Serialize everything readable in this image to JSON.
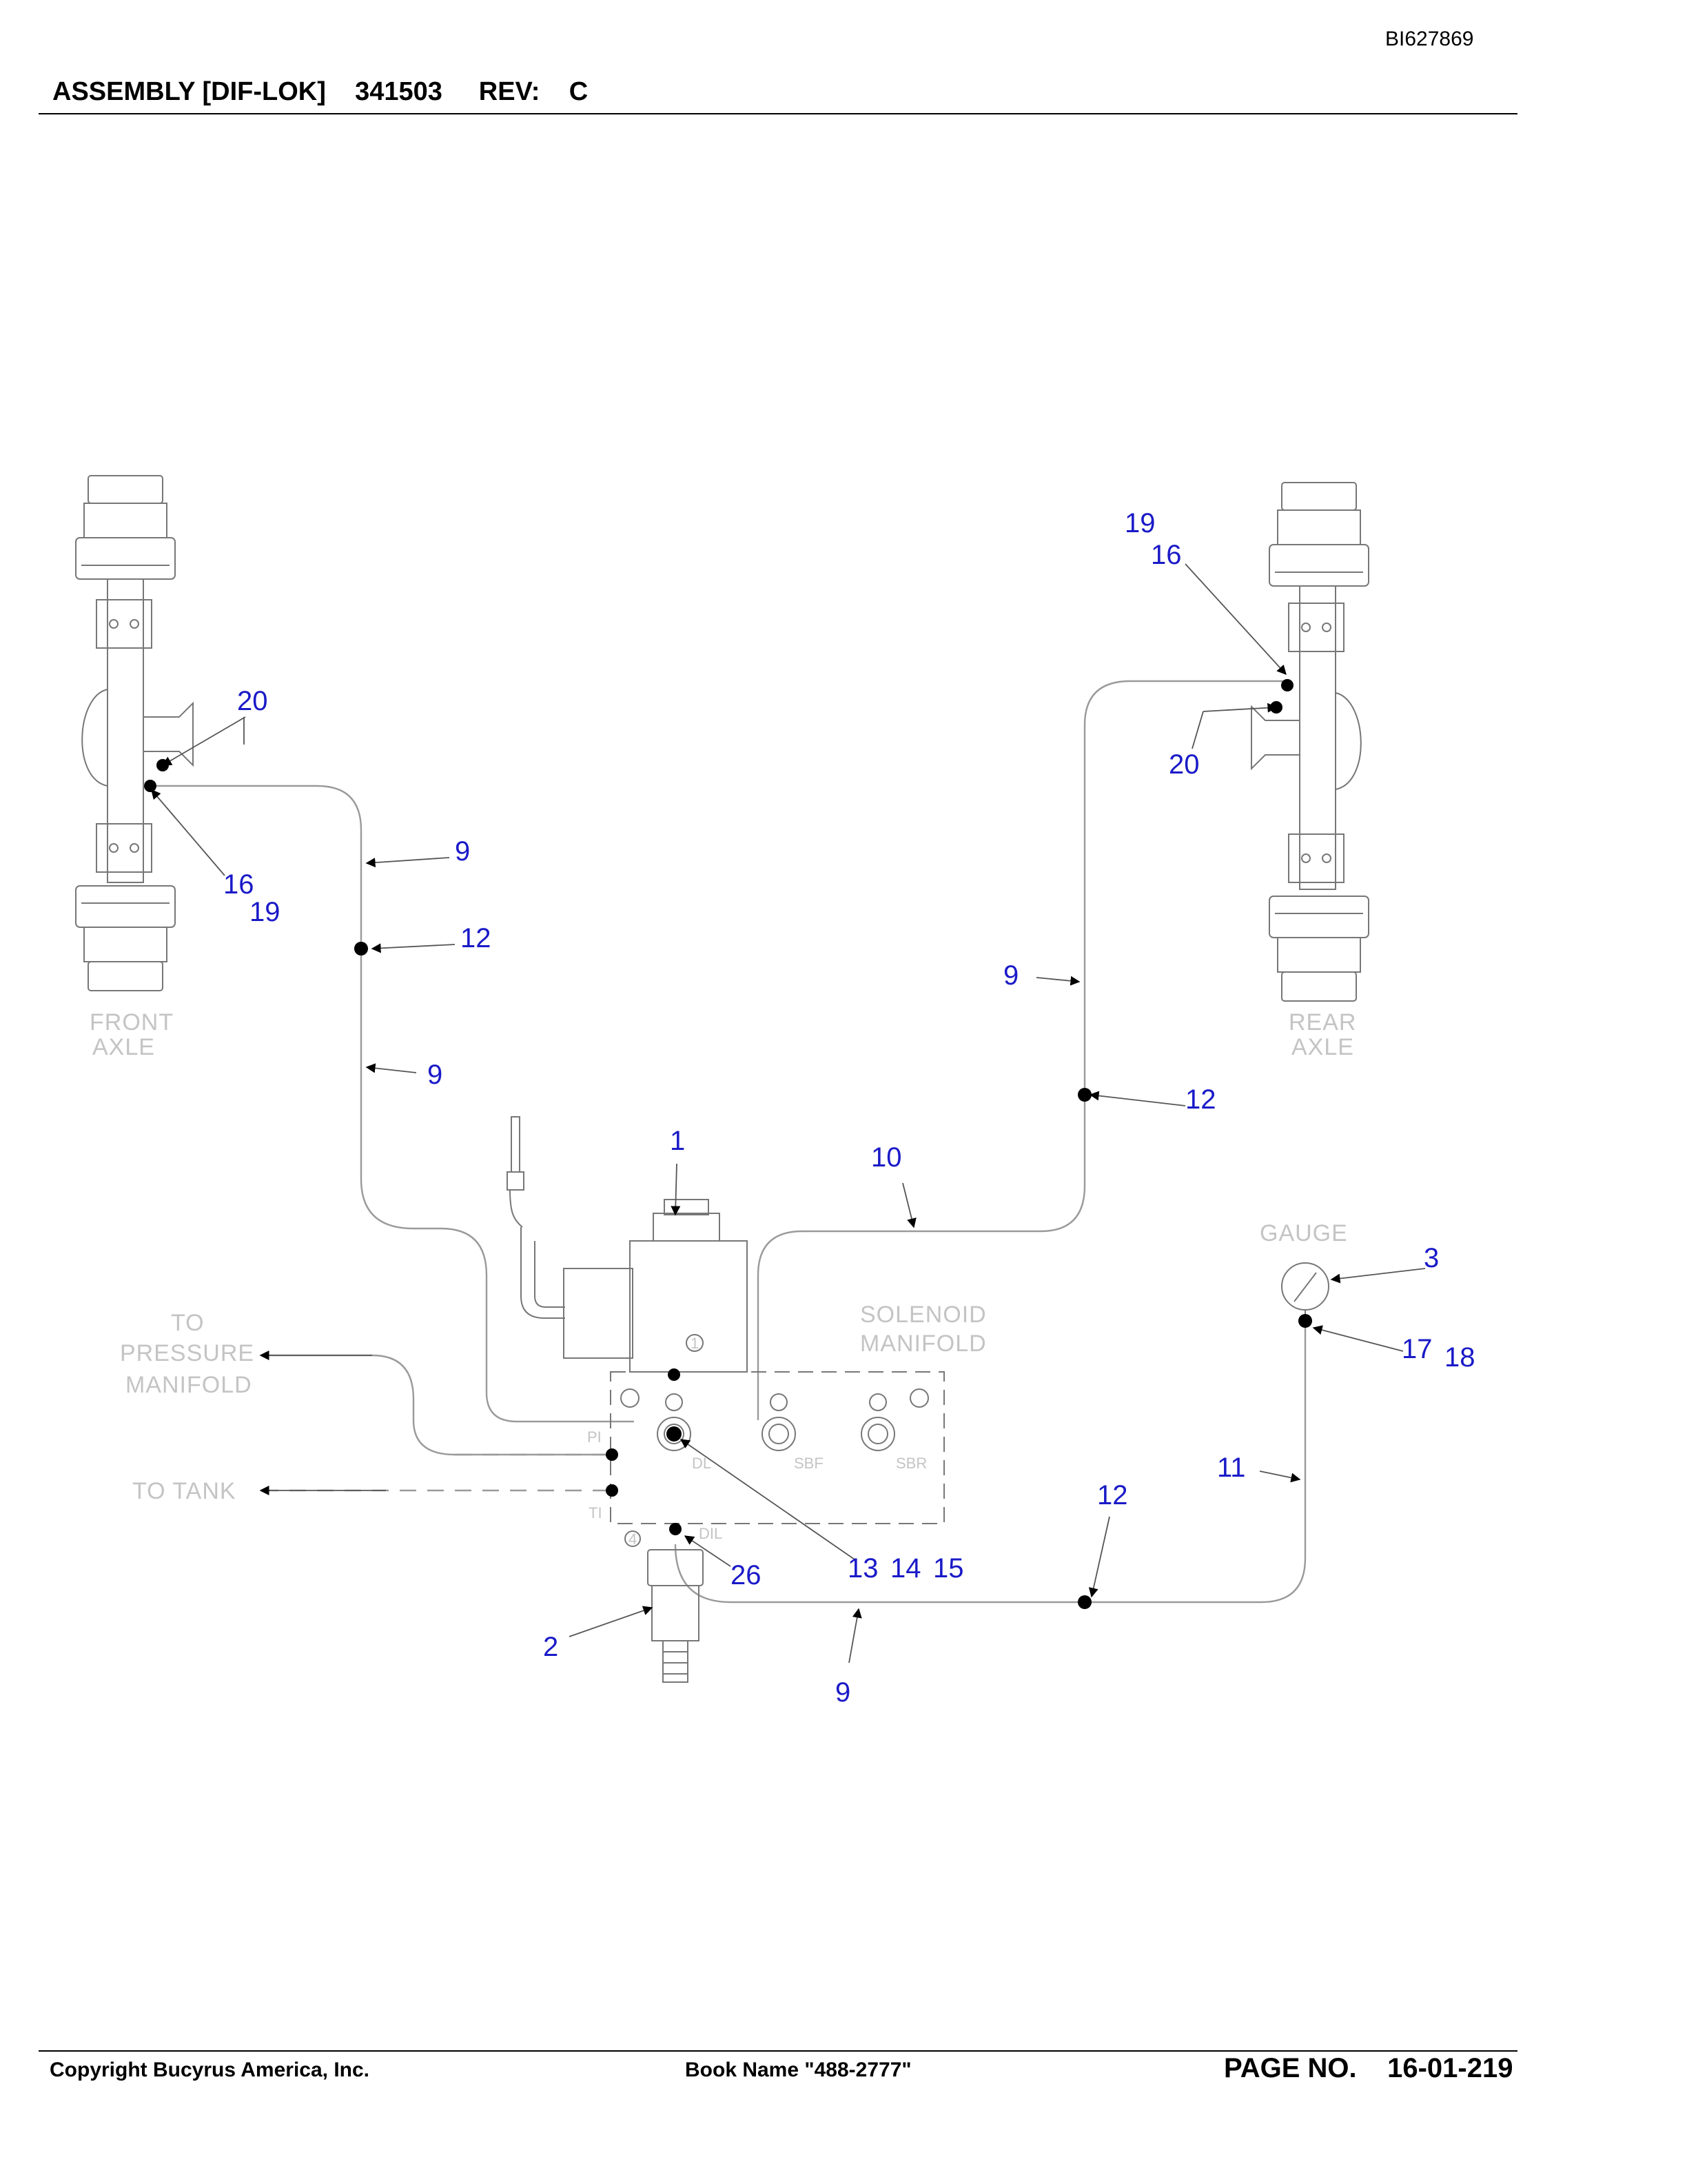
{
  "document": {
    "id": "BI627869",
    "header": {
      "title": "ASSEMBLY [DIF-LOK]",
      "part_number": "341503",
      "rev_label": "REV:",
      "rev": "C"
    },
    "footer": {
      "copyright": "Copyright Bucyrus America, Inc.",
      "book": "Book Name \"488-2777\"",
      "page_label": "PAGE NO.",
      "page_number": "16-01-219"
    }
  },
  "diagram": {
    "labels": {
      "front_axle": [
        "FRONT",
        "AXLE"
      ],
      "rear_axle": [
        "REAR",
        "AXLE"
      ],
      "gauge": "GAUGE",
      "solenoid_manifold": [
        "SOLENOID",
        "MANIFOLD"
      ],
      "to_pressure_manifold": [
        "TO",
        "PRESSURE",
        "MANIFOLD"
      ],
      "to_tank": "TO TANK",
      "port_pi": "PI",
      "port_ti": "TI",
      "port_dl": "DL",
      "port_sbf": "SBF",
      "port_sbr": "SBR",
      "port_dil": "DIL",
      "num_4": "4",
      "num_1": "1"
    },
    "callouts": {
      "c1": "1",
      "c2": "2",
      "c3": "3",
      "c9a": "9",
      "c9b": "9",
      "c9c": "9",
      "c9d": "9",
      "c10": "10",
      "c11": "11",
      "c12a": "12",
      "c12b": "12",
      "c12c": "12",
      "c13": "13",
      "c14": "14",
      "c15": "15",
      "c16a": "16",
      "c16b": "16",
      "c17": "17",
      "c18": "18",
      "c19a": "19",
      "c19b": "19",
      "c20a": "20",
      "c20b": "20",
      "c26": "26"
    },
    "colors": {
      "callout": "#1a1ac8",
      "ghost_label": "#c4c4c4",
      "line": "#9a9a9a"
    }
  }
}
